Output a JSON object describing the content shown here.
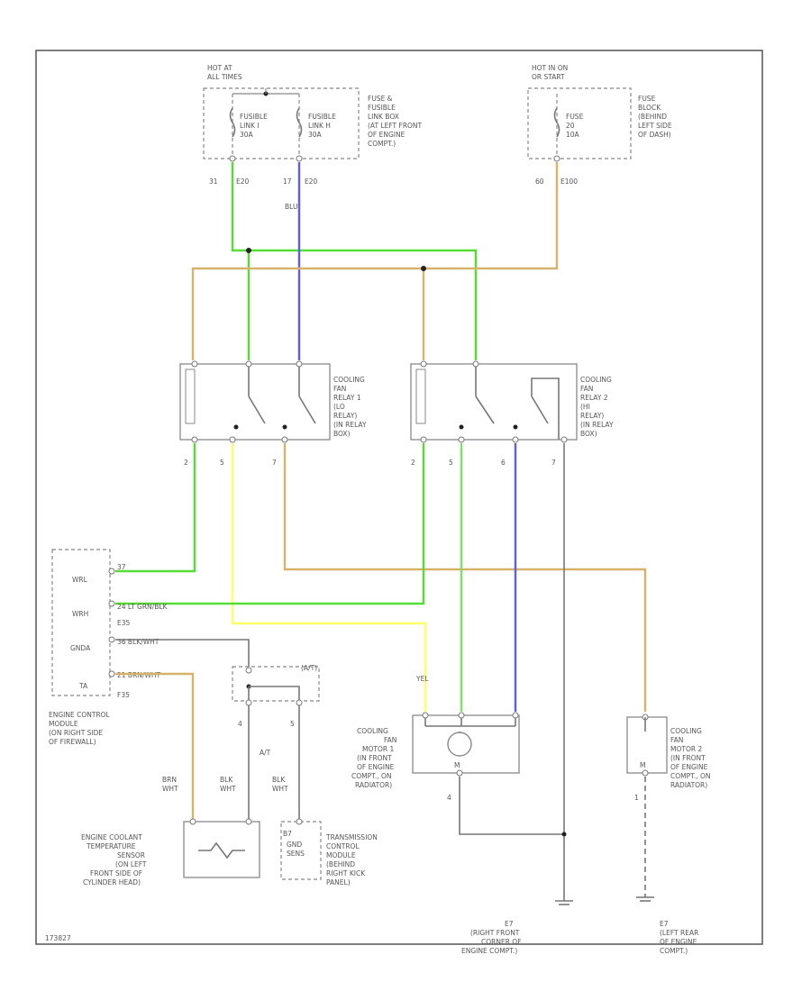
{
  "colors": {
    "green": "#55dd33",
    "blue": "#5b5bff",
    "tan": "#d9b26a",
    "yellow": "#ffff66",
    "gray": "#888888",
    "lt_green": "#7ee06a"
  },
  "labels": {
    "hot_top_left": [
      "HOT AT",
      "ALL TIMES"
    ],
    "fuse_box_left": [
      "FUSE &",
      "FUSIBLE",
      "LINK BOX",
      "(AT LEFT FRONT",
      "OF ENGINE",
      "COMPT.)"
    ],
    "fusible_link_i": [
      "FUSIBLE",
      "LINK I",
      "30A"
    ],
    "fusible_link_h": [
      "FUSIBLE",
      "LINK H",
      "30A"
    ],
    "hot_top_right": [
      "HOT IN ON",
      "OR START"
    ],
    "fuse_block_right": [
      "FUSE",
      "BLOCK",
      "(BEHIND",
      "LEFT SIDE",
      "OF DASH)"
    ],
    "fuse_10": [
      "FUSE",
      "20",
      "10A"
    ],
    "wire_codes_top": [
      "31",
      "E20",
      "17",
      "E20",
      "BLU",
      "60",
      "E100"
    ],
    "relay1": [
      "COOLING",
      "FAN",
      "RELAY 1",
      "(LO",
      "RELAY)",
      "(IN RELAY",
      "BOX)"
    ],
    "relay2": [
      "COOLING",
      "FAN",
      "RELAY 2",
      "(HI",
      "RELAY)",
      "(IN RELAY",
      "BOX)"
    ],
    "relay_pins": [
      "2",
      "5",
      "7",
      "2",
      "5",
      "6",
      "7"
    ],
    "ecm_pins": [
      "WRL",
      "WRH",
      "GNDA",
      "TA"
    ],
    "ecm_connectors": [
      "37",
      "24  LT GRN/BLK",
      "E35",
      "36  BLK/WHT",
      "21  BRN/WHT",
      "F35"
    ],
    "ecm_label": [
      "ENGINE CONTROL",
      "MODULE",
      "(ON RIGHT SIDE",
      "OF FIREWALL)"
    ],
    "at_label": [
      "(A/T)"
    ],
    "at_short": "A/T",
    "wire_colors_bottom": [
      "BRN",
      "WHT",
      "BLK",
      "WHT",
      "BLK",
      "WHT"
    ],
    "sensor_label": [
      "ENGINE COOLANT",
      "TEMPERATURE",
      "SENSOR",
      "(ON LEFT",
      "FRONT SIDE OF",
      "CYLINDER HEAD)"
    ],
    "tcm_label": [
      "TRANSMISSION",
      "CONTROL",
      "MODULE",
      "(BEHIND",
      "RIGHT KICK",
      "PANEL)"
    ],
    "tcm_inner": [
      "GND",
      "SENS"
    ],
    "tcm_pin": "B7",
    "motor1_label": [
      "COOLING",
      "FAN",
      "MOTOR 1",
      "(IN FRONT",
      "OF ENGINE",
      "COMPT., ON",
      "RADIATOR)"
    ],
    "motor2_label": [
      "COOLING",
      "FAN",
      "MOTOR 2",
      "(IN FRONT",
      "OF ENGINE",
      "COMPT., ON",
      "RADIATOR)"
    ],
    "motor_pins": [
      "4",
      "1"
    ],
    "small_pins": [
      "4",
      "5"
    ],
    "yel": "YEL",
    "ground_e7_right": [
      "E7",
      "(RIGHT FRONT",
      "CORNER OF",
      "ENGINE COMPT.)"
    ],
    "ground_e7_left": [
      "E7",
      "(LEFT REAR",
      "OF ENGINE",
      "COMPT.)"
    ],
    "footer_code": "173827"
  }
}
